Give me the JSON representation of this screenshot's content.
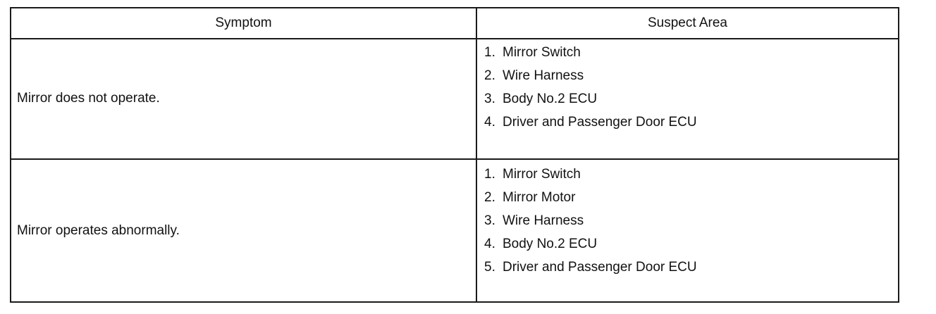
{
  "table": {
    "headers": {
      "symptom": "Symptom",
      "suspect_area": "Suspect Area"
    },
    "rows": [
      {
        "symptom": "Mirror does not operate.",
        "suspect_area": [
          {
            "num": "1.",
            "text": "Mirror Switch"
          },
          {
            "num": "2.",
            "text": "Wire Harness"
          },
          {
            "num": "3.",
            "text": "Body No.2 ECU"
          },
          {
            "num": "4.",
            "text": "Driver and Passenger Door ECU"
          }
        ]
      },
      {
        "symptom": "Mirror operates abnormally.",
        "suspect_area": [
          {
            "num": "1.",
            "text": "Mirror Switch"
          },
          {
            "num": "2.",
            "text": "Mirror Motor"
          },
          {
            "num": "3.",
            "text": "Wire Harness"
          },
          {
            "num": "4.",
            "text": "Body No.2 ECU"
          },
          {
            "num": "5.",
            "text": "Driver and Passenger Door ECU"
          }
        ]
      }
    ]
  }
}
